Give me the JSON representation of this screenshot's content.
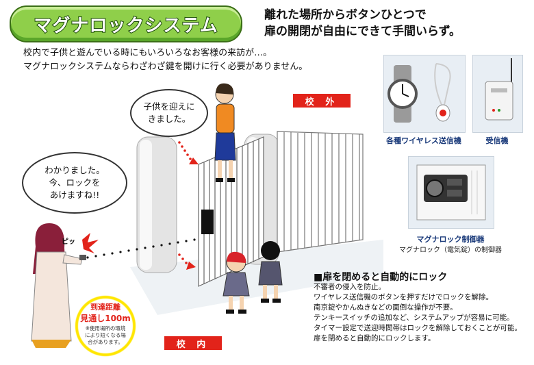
{
  "header": {
    "title": "マグナロックシステム",
    "tagline_line1": "離れた場所からボタンひとつで",
    "tagline_line2": "扉の開閉が自由にできて手間いらず。"
  },
  "intro": {
    "line1": "校内で子供と遊んでいる時にもいろいろなお客様の来訪が…。",
    "line2": "マグナロックシステムならわざわざ鍵を開けに行く必要がありません。"
  },
  "labels": {
    "outside": "校 外",
    "inside": "校 内",
    "beep": "ピッ"
  },
  "bubbles": {
    "visitor_line1": "子供を迎えに",
    "visitor_line2": "きました。",
    "teacher_line1": "わかりました。",
    "teacher_line2": "今、ロックを",
    "teacher_line3": "あけますね!!"
  },
  "products": {
    "transmitter": "各種ワイヤレス送信機",
    "receiver": "受信機",
    "controller": "マグナロック制御器",
    "controller_sub": "マグナロック（電気錠）の制御器"
  },
  "range": {
    "title": "到達距離",
    "value": "見通し100m",
    "note1": "※使用場所の環境",
    "note2": "により短くなる場",
    "note3": "合があります。"
  },
  "features": {
    "title": "■扉を閉めると自動的にロック",
    "items": [
      "不審者の侵入を防止。",
      "ワイヤレス送信機のボタンを押すだけでロックを解除。",
      "南京錠やかんぬきなどの面倒な操作が不要。",
      "テンキースイッチの追加など、システムアップが容易に可能。",
      "タイマー設定で送迎時間帯はロックを解除しておくことが可能。",
      "扉を閉めると自動的にロックします。"
    ]
  },
  "colors": {
    "title_green": "#8fcf4a",
    "label_red": "#e2231a",
    "range_yellow": "#ffe600"
  }
}
